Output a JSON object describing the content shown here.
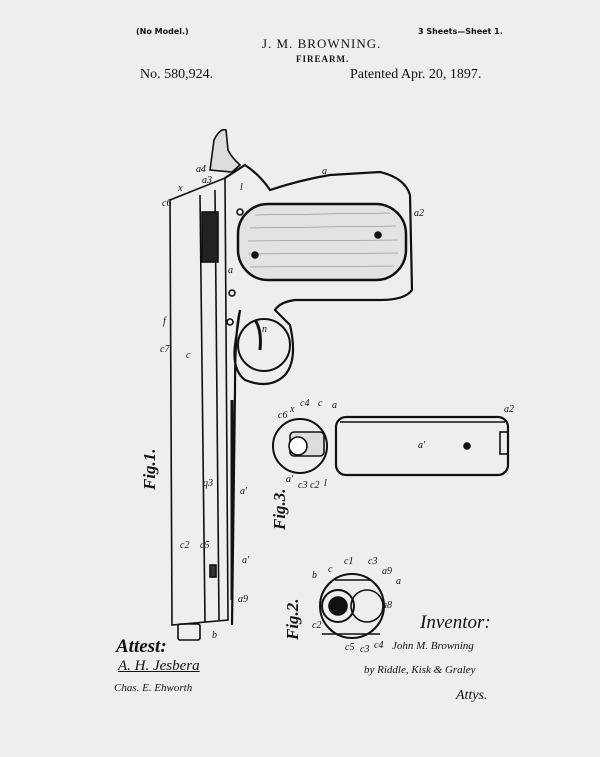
{
  "header": {
    "model_note": "(No Model.)",
    "sheets": "3 Sheets—Sheet 1.",
    "inventor_name": "J. M. BROWNING.",
    "title": "FIREARM.",
    "patent_number": "No. 580,924.",
    "patent_date": "Patented Apr. 20, 1897."
  },
  "figures": {
    "fig1": "Fig.1.",
    "fig2": "Fig.2.",
    "fig3": "Fig.3."
  },
  "labels": {
    "fig1": [
      "c6",
      "x",
      "a4",
      "a3",
      "l",
      "a",
      "a2",
      "a",
      "f",
      "c7",
      "c",
      "n",
      "q3",
      "a'",
      "c2",
      "c5",
      "a'",
      "a9",
      "b"
    ],
    "fig3": [
      "c6",
      "x",
      "c4",
      "c",
      "a",
      "a'",
      "c3",
      "c2",
      "l",
      "a'",
      "a2"
    ],
    "fig2": [
      "c2",
      "b",
      "c",
      "c1",
      "c3",
      "a9",
      "a",
      "c5",
      "a8",
      "c3",
      "c4"
    ]
  },
  "signatures": {
    "attest_label": "Attest:",
    "witness1": "A. H. Jesbera",
    "witness2": "Chas. E. Ehworth",
    "inventor_label": "Inventor:",
    "inventor_signature": "John M. Browning",
    "attorneys": "by Riddle, Kisk & Graley",
    "attys_label": "Attys."
  },
  "colors": {
    "paper": "#eeeef0",
    "ink": "#111111"
  }
}
